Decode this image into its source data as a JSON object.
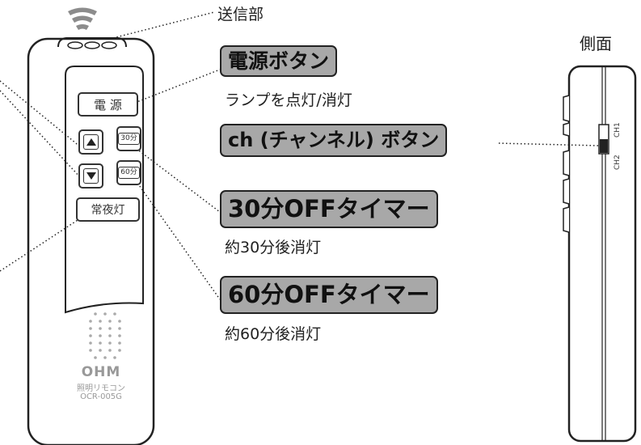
{
  "labels": {
    "transmitter": "送信部",
    "side_view": "側面",
    "power_button": {
      "title": "電源ボタン",
      "desc": "ランプを点灯/消灯"
    },
    "channel_button": {
      "title": "ch (チャンネル) ボタン"
    },
    "timer30": {
      "title": "30分OFFタイマー",
      "desc": "約30分後消灯"
    },
    "timer60": {
      "title": "60分OFFタイマー",
      "desc": "約60分後消灯"
    }
  },
  "remote": {
    "power_label": "電 源",
    "night_light_label": "常夜灯",
    "timer30_label": "30分",
    "timer60_label": "60分",
    "brand": "OHM",
    "product_name": "照明リモコン",
    "model": "OCR-005G"
  },
  "side": {
    "ch1_label": "CH1",
    "ch2_label": "CH2"
  },
  "colors": {
    "label_fill": "#a8a8a8",
    "outline": "#222222",
    "remote_gray": "#8c8c8c"
  }
}
